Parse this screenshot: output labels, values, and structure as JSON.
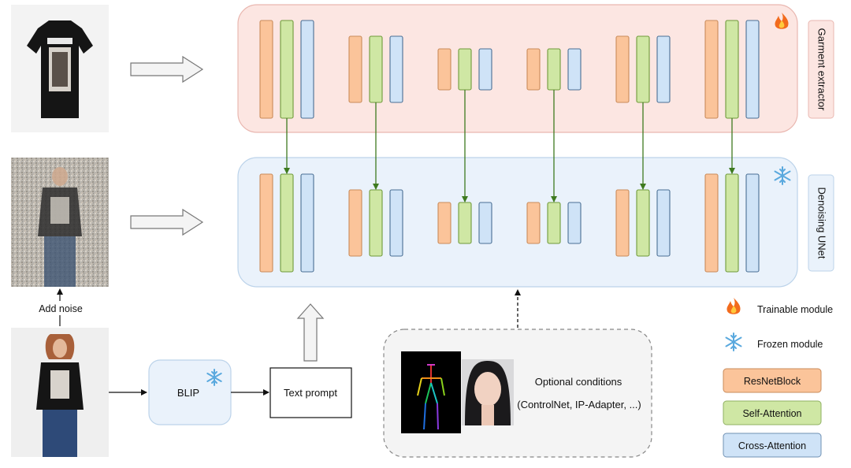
{
  "garment_extractor": {
    "label": "Garment extractor",
    "badge_icon": "fire-icon"
  },
  "denoising_unet": {
    "label": "Denoising UNet",
    "badge_icon": "snowflake-icon"
  },
  "add_noise": {
    "label": "Add noise"
  },
  "blip": {
    "label": "BLIP",
    "badge_icon": "snowflake-icon"
  },
  "text_prompt": {
    "label": "Text prompt"
  },
  "optional_conditions": {
    "line1": "Optional conditions",
    "line2": "(ControlNet, IP-Adapter, ...)"
  },
  "legend": {
    "trainable": "Trainable module",
    "frozen": "Frozen module",
    "resnet": "ResNetBlock",
    "self_attention": "Self-Attention",
    "cross_attention": "Cross-Attention"
  },
  "colors": {
    "resnet": "#fbc49a",
    "self_attention": "#cfe7a4",
    "cross_attention": "#cfe3f7",
    "garment_bg": "#fce6e2",
    "unet_bg": "#eaf2fb",
    "blip_bg": "#eaf2fb",
    "connector_arrow": "#3e7a1f"
  }
}
